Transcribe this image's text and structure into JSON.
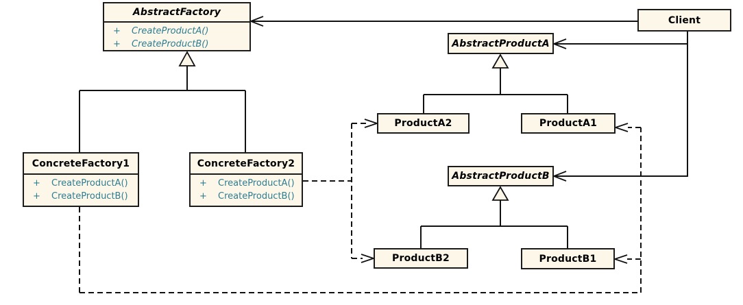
{
  "colors": {
    "box_fill": "#FCF7E8",
    "box_border": "#1b1b1b",
    "method_text": "#2E7D92",
    "line": "#111111",
    "background": "#ffffff"
  },
  "classes": {
    "abstract_factory": {
      "name": "AbstractFactory",
      "abstract": true,
      "methods": [
        {
          "visibility": "+",
          "signature": "CreateProductA()"
        },
        {
          "visibility": "+",
          "signature": "CreateProductB()"
        }
      ]
    },
    "client": {
      "name": "Client",
      "abstract": false
    },
    "abstract_product_a": {
      "name": "AbstractProductA",
      "abstract": true
    },
    "abstract_product_b": {
      "name": "AbstractProductB",
      "abstract": true
    },
    "concrete_factory_1": {
      "name": "ConcreteFactory1",
      "abstract": false,
      "methods": [
        {
          "visibility": "+",
          "signature": "CreateProductA()"
        },
        {
          "visibility": "+",
          "signature": "CreateProductB()"
        }
      ]
    },
    "concrete_factory_2": {
      "name": "ConcreteFactory2",
      "abstract": false,
      "methods": [
        {
          "visibility": "+",
          "signature": "CreateProductA()"
        },
        {
          "visibility": "+",
          "signature": "CreateProductB()"
        }
      ]
    },
    "product_a2": {
      "name": "ProductA2",
      "abstract": false
    },
    "product_a1": {
      "name": "ProductA1",
      "abstract": false
    },
    "product_b2": {
      "name": "ProductB2",
      "abstract": false
    },
    "product_b1": {
      "name": "ProductB1",
      "abstract": false
    }
  },
  "relationships": [
    {
      "from": "Client",
      "to": "AbstractFactory",
      "type": "association"
    },
    {
      "from": "Client",
      "to": "AbstractProductA",
      "type": "association"
    },
    {
      "from": "Client",
      "to": "AbstractProductB",
      "type": "association"
    },
    {
      "from": "ConcreteFactory1",
      "to": "AbstractFactory",
      "type": "generalization"
    },
    {
      "from": "ConcreteFactory2",
      "to": "AbstractFactory",
      "type": "generalization"
    },
    {
      "from": "ProductA2",
      "to": "AbstractProductA",
      "type": "generalization"
    },
    {
      "from": "ProductA1",
      "to": "AbstractProductA",
      "type": "generalization"
    },
    {
      "from": "ProductB2",
      "to": "AbstractProductB",
      "type": "generalization"
    },
    {
      "from": "ProductB1",
      "to": "AbstractProductB",
      "type": "generalization"
    },
    {
      "from": "ConcreteFactory2",
      "to": "ProductA2",
      "type": "dependency"
    },
    {
      "from": "ConcreteFactory2",
      "to": "ProductB2",
      "type": "dependency"
    },
    {
      "from": "ConcreteFactory1",
      "to": "ProductA1",
      "type": "dependency"
    },
    {
      "from": "ConcreteFactory1",
      "to": "ProductB1",
      "type": "dependency"
    }
  ]
}
